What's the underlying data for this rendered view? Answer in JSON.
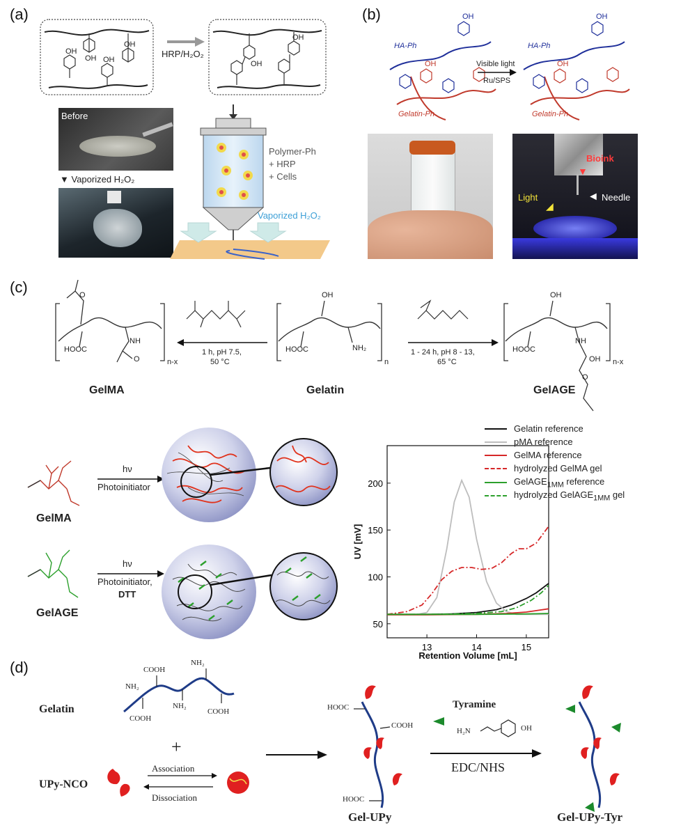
{
  "panels": {
    "a": {
      "label": "(a)",
      "reaction": "HRP/H₂O₂",
      "photo_top_label": "Before",
      "vapor_arrow_label": "Vaporized H₂O₂",
      "printer_text": [
        "Polymer-Ph",
        "+ HRP",
        "+ Cells"
      ],
      "printer_vapor_label": "Vaporized H₂O₂",
      "oh": "OH"
    },
    "b": {
      "label": "(b)",
      "ha_ph": "HA-Ph",
      "gelatin_ph": "Gelatin-Ph",
      "reaction_top": "Visible light",
      "reaction_bottom": "Ru/SPS",
      "bioink_label": "Bioink",
      "light_label": "Light",
      "needle_label": "Needle",
      "oh": "OH"
    },
    "c": {
      "label": "(c)",
      "gelma_name": "GelMA",
      "gelatin_name": "Gelatin",
      "gelage_name": "GelAGE",
      "cond_left": [
        "1 h, pH 7.5,",
        "50 °C"
      ],
      "cond_right": [
        "1 - 24 h, pH 8 - 13,",
        "65 °C"
      ],
      "hooc": "HOOC",
      "nh": "NH",
      "nh2": "NH₂",
      "o": "O",
      "oh": "OH",
      "sub_nx": "n-x",
      "sub_n": "n",
      "hv": "hν",
      "photoinitiator": "Photoinitiator",
      "photoinitiator_comma": "Photoinitiator,",
      "dtt": "DTT",
      "gelma_label": "GelMA",
      "gelage_label": "GelAGE"
    },
    "d": {
      "label": "(d)",
      "gelatin": "Gelatin",
      "upy_nco": "UPy-NCO",
      "plus": "+",
      "association": "Association",
      "dissociation": "Dissociation",
      "tyramine": "Tyramine",
      "edc_nhs": "EDC/NHS",
      "gel_upy": "Gel-UPy",
      "gel_upy_tyr": "Gel-UPy-Tyr",
      "cooh": "COOH",
      "hooc": "HOOC",
      "nh2": "NH₂",
      "h2n": "H₂N",
      "oh": "OH"
    }
  },
  "chart_data": {
    "type": "line",
    "xlabel": "Retention Volume [mL]",
    "ylabel": "UV [mV]",
    "xlim": [
      12.2,
      15.45
    ],
    "ylim": [
      35,
      240
    ],
    "xticks": [
      13,
      14,
      15
    ],
    "yticks": [
      50,
      100,
      150,
      200
    ],
    "grid": false,
    "legend_placement": "top-right (outside plot)",
    "series": [
      {
        "name": "Gelatin reference",
        "color": "#111111",
        "dash": "solid",
        "x": [
          12.2,
          13.0,
          13.5,
          14.0,
          14.4,
          14.7,
          15.0,
          15.2,
          15.45
        ],
        "y": [
          60,
          60,
          60.5,
          62,
          65,
          70,
          77,
          83,
          93
        ]
      },
      {
        "name": "pMA reference",
        "color": "#bdbdbd",
        "dash": "solid",
        "x": [
          12.2,
          12.8,
          13.0,
          13.2,
          13.4,
          13.55,
          13.7,
          13.85,
          14.0,
          14.2,
          14.4,
          14.6,
          14.8,
          15.45
        ],
        "y": [
          60,
          60,
          62,
          78,
          130,
          180,
          203,
          185,
          140,
          95,
          72,
          63,
          60,
          60
        ]
      },
      {
        "name": "GelMA reference",
        "color": "#d62728",
        "dash": "solid",
        "x": [
          12.2,
          13.0,
          14.0,
          14.6,
          15.0,
          15.45
        ],
        "y": [
          59.5,
          59.5,
          60,
          61,
          62.5,
          66
        ]
      },
      {
        "name": "hydrolyzed GelMA gel",
        "color": "#d62728",
        "dash": "dashdot",
        "x": [
          12.2,
          12.6,
          12.9,
          13.1,
          13.3,
          13.5,
          13.7,
          13.9,
          14.1,
          14.3,
          14.5,
          14.7,
          14.85,
          15.0,
          15.2,
          15.45
        ],
        "y": [
          60,
          63,
          70,
          82,
          97,
          106,
          110,
          110,
          108,
          109,
          115,
          125,
          130,
          130,
          136,
          154
        ]
      },
      {
        "name": "GelAGE1MM reference",
        "color": "#2ca02c",
        "dash": "solid",
        "x": [
          12.2,
          13.0,
          14.0,
          15.0,
          15.45
        ],
        "y": [
          60,
          60,
          60,
          60.5,
          61
        ]
      },
      {
        "name": "hydrolyzed GelAGE1MM gel",
        "color": "#2ca02c",
        "dash": "dashdot",
        "x": [
          12.2,
          13.0,
          14.0,
          14.5,
          14.8,
          15.1,
          15.3,
          15.45
        ],
        "y": [
          60,
          60,
          61,
          63,
          67,
          75,
          83,
          91
        ]
      }
    ],
    "legend_labels": [
      {
        "main": "Gelatin reference",
        "sub": "",
        "tail": ""
      },
      {
        "main": "pMA reference",
        "sub": "",
        "tail": ""
      },
      {
        "main": "GelMA reference",
        "sub": "",
        "tail": ""
      },
      {
        "main": "hydrolyzed GelMA gel",
        "sub": "",
        "tail": ""
      },
      {
        "main": "GelAGE",
        "sub": "1MM",
        "tail": " reference"
      },
      {
        "main": "hydrolyzed GelAGE",
        "sub": "1MM",
        "tail": " gel"
      }
    ]
  }
}
